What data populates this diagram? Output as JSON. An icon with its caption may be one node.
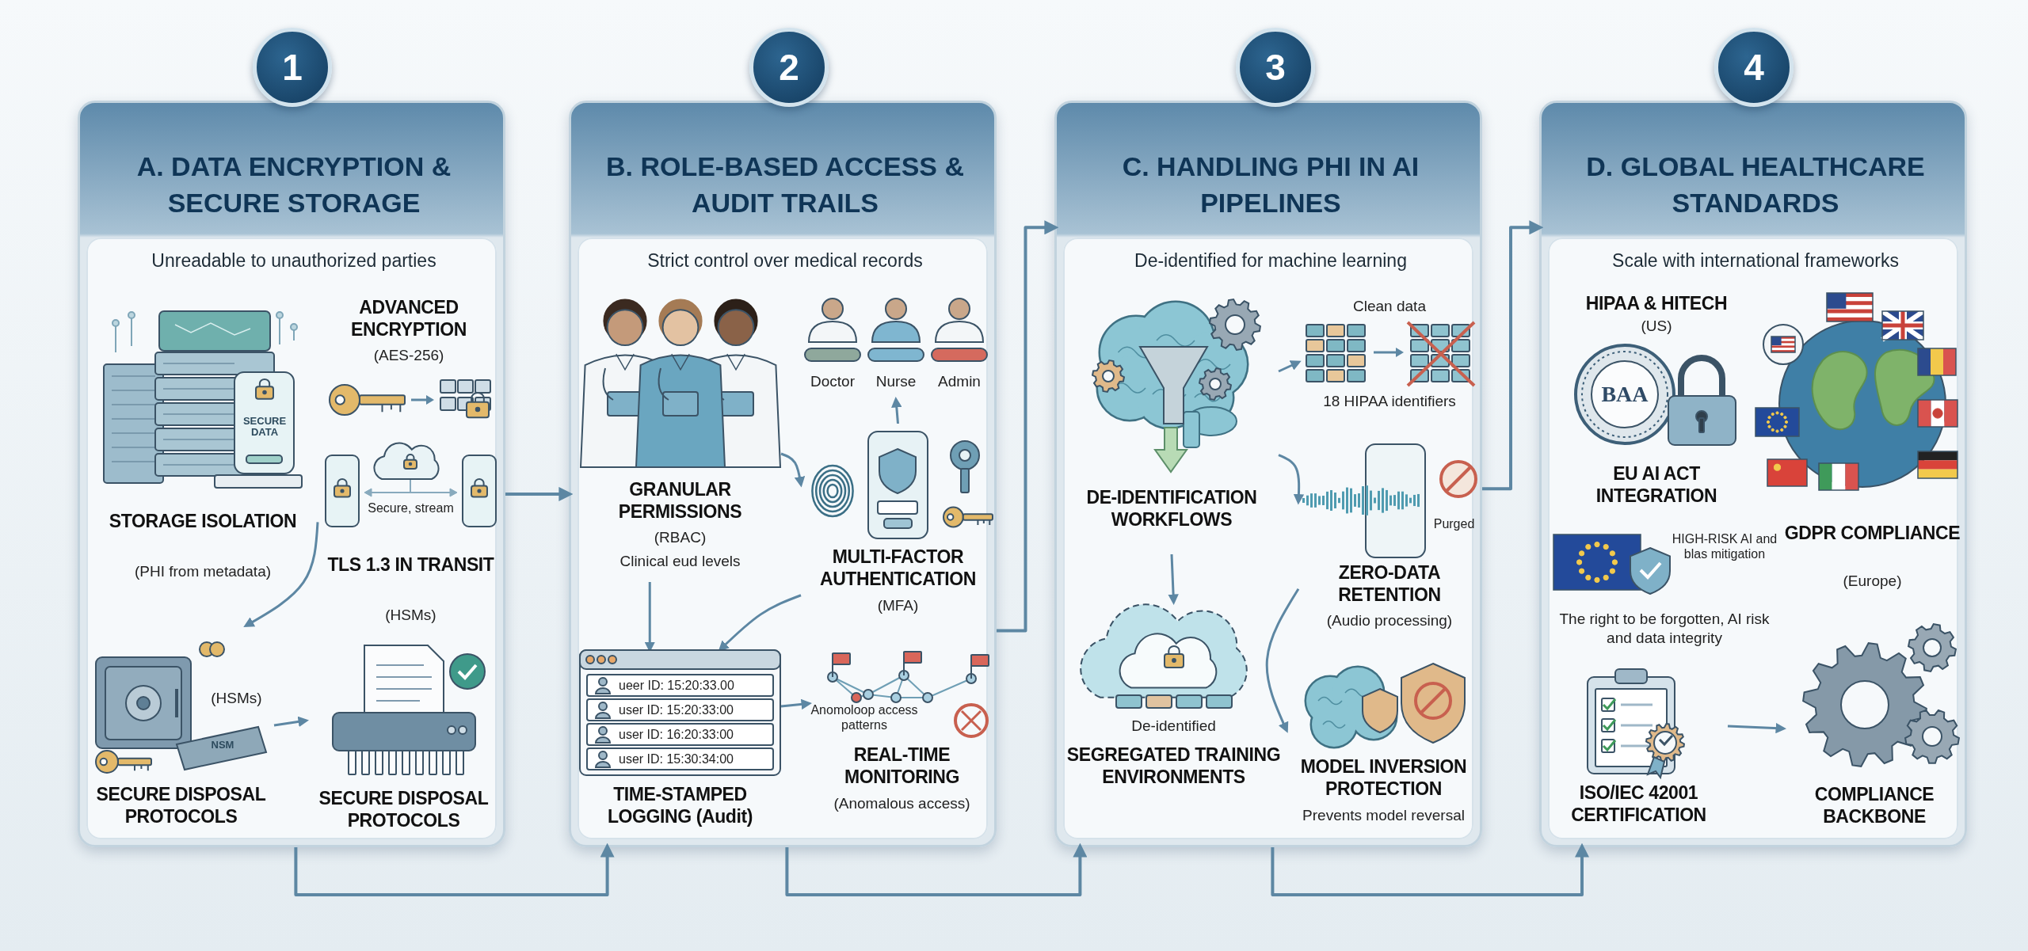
{
  "diagram": {
    "nodes": [
      {
        "text": [
          "1"
        ]
      },
      {
        "text": [
          "A. DATA ENCRYPTION & SECURE STORAGE",
          "Unreadable to unauthorized parties"
        ]
      },
      {
        "text": [
          "SECURE DATA",
          "STORAGE ISOLATION",
          "(PHI from metadata)"
        ],
        "in": 1
      },
      {
        "text": [
          "ADVANCED ENCRYPTION",
          "(AES-256)"
        ],
        "in": 1
      },
      {
        "text": [
          "Secure, stream",
          "TLS 1.3 IN TRANSIT",
          "(HSMs)"
        ],
        "in": 1
      },
      {
        "text": [
          "(HSMs)",
          "NSM",
          "SECURE DISPOSAL PROTOCOLS"
        ],
        "in": 1
      },
      {
        "text": [
          "SECURE DISPOSAL PROTOCOLS"
        ],
        "in": 1
      },
      {
        "text": [
          "2"
        ]
      },
      {
        "text": [
          "B. ROLE-BASED ACCESS & AUDIT TRAILS",
          "Strict control over medical records"
        ]
      },
      {
        "text": [
          "GRANULAR PERMISSIONS",
          "(RBAC)",
          "Clinical eud levels"
        ],
        "in": 8
      },
      {
        "text": [
          "Doctor",
          "Nurse",
          "Admin"
        ],
        "in": 8
      },
      {
        "text": [
          "MULTI-FACTOR AUTHENTICATION",
          "(MFA)"
        ],
        "in": 8
      },
      {
        "text": [
          "ueer ID: 15:20:33.00",
          "user ID: 15:20:33:00",
          "user ID: 16:20:33:00",
          "user ID: 15:30:34:00",
          "**TIME-STAMPED LOGGING** (Audit)"
        ],
        "in": 8
      },
      {
        "text": [
          "Anomoloop access patterns",
          "REAL-TIME MONITORING",
          "(Anomalous access)"
        ],
        "in": 8
      },
      {
        "text": [
          "3"
        ]
      },
      {
        "text": [
          "C. HANDLING PHI IN AI PIPELINES",
          "De-identified for machine learning"
        ]
      },
      {
        "text": [
          "DE-IDENTIFICATION WORKFLOWS"
        ],
        "in": 15
      },
      {
        "text": [
          "Clean data",
          "18 HIPAA identifiers"
        ],
        "in": 15
      },
      {
        "text": [
          "Purged",
          "ZERO-DATA RETENTION",
          "(Audio processing)"
        ],
        "in": 15
      },
      {
        "text": [
          "De-identified",
          "SEGREGATED TRAINING ENVIRONMENTS"
        ],
        "in": 15
      },
      {
        "text": [
          "MODEL INVERSION PROTECTION",
          "Prevents model reversal"
        ],
        "in": 15
      },
      {
        "text": [
          "4"
        ]
      },
      {
        "text": [
          "D. GLOBAL HEALTHCARE STANDARDS",
          "Scale with international frameworks"
        ]
      },
      {
        "text": [
          "HIPAA & HITECH",
          "(US)",
          "BAA"
        ],
        "in": 22
      },
      {
        "text": [
          "EU AI ACT INTEGRATION",
          "HIGH-RISK AI and blas mitigation",
          "The right to be forgotten, AI risk and data integrity"
        ],
        "in": 22
      },
      {
        "text": [
          "GDPR COMPLIANCE",
          "(Europe)"
        ],
        "in": 22
      },
      {
        "text": [
          "ISO/IEC 42001 CERTIFICATION"
        ],
        "in": 22
      },
      {
        "text": [
          "COMPLIANCE BACKBONE"
        ],
        "in": 22
      }
    ],
    "edges": [
      {
        "from": 1,
        "to": 8,
        "arrow": "to"
      },
      {
        "from": 1,
        "to": 8,
        "arrow": "to"
      },
      {
        "from": 8,
        "to": 15,
        "arrow": "to"
      },
      {
        "from": 8,
        "to": 15,
        "arrow": "to"
      },
      {
        "from": 15,
        "to": 22,
        "arrow": "to"
      },
      {
        "from": 15,
        "to": 22,
        "arrow": "to"
      },
      {
        "from": 2,
        "to": 5,
        "arrow": "to"
      },
      {
        "from": 5,
        "to": 6,
        "arrow": "to"
      },
      {
        "from": 9,
        "to": 11,
        "arrow": "to"
      },
      {
        "from": 11,
        "to": 10,
        "arrow": "to"
      },
      {
        "from": 9,
        "to": 12,
        "arrow": "to"
      },
      {
        "from": 11,
        "to": 12,
        "arrow": "to"
      },
      {
        "from": 12,
        "to": 13,
        "arrow": "to"
      },
      {
        "from": 16,
        "to": 17,
        "arrow": "to"
      },
      {
        "from": 16,
        "to": 18,
        "arrow": "to"
      },
      {
        "from": 16,
        "to": 19,
        "arrow": "to"
      },
      {
        "from": 18,
        "to": 20,
        "arrow": "to"
      },
      {
        "from": 26,
        "to": 27,
        "arrow": "to"
      }
    ]
  }
}
